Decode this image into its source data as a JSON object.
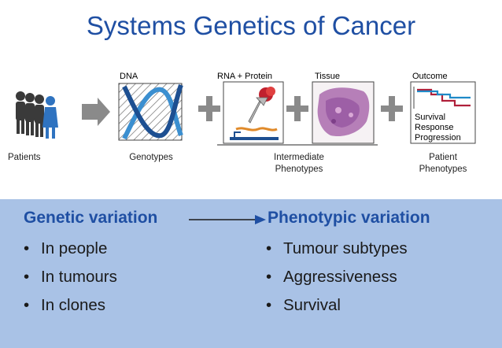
{
  "title": "Systems Genetics of Cancer",
  "diagram": {
    "top_labels": {
      "dna": "DNA",
      "rna_protein": "RNA + Protein",
      "tissue": "Tissue",
      "outcome": "Outcome"
    },
    "outcome_box": [
      "Survival",
      "Response",
      "Progression"
    ],
    "captions": {
      "patients": "Patients",
      "genotypes": "Genotypes",
      "intermediate_line1": "Intermediate",
      "intermediate_line2": "Phenotypes",
      "patient_line1": "Patient",
      "patient_line2": "Phenotypes"
    }
  },
  "left": {
    "heading": "Genetic variation",
    "items": [
      "In people",
      "In tumours",
      "In clones"
    ]
  },
  "right": {
    "heading": "Phenotypic variation",
    "items": [
      "Tumour subtypes",
      "Aggressiveness",
      "Survival"
    ]
  },
  "colors": {
    "title": "#1f4fa3",
    "panel": "#a9c2e6",
    "heading": "#1f4fa3",
    "plus": "#8a8a8a",
    "dna_dark": "#1d4f91",
    "dna_light": "#3b8fd0",
    "survival_red": "#b0203a",
    "survival_blue": "#1f8ac8"
  }
}
